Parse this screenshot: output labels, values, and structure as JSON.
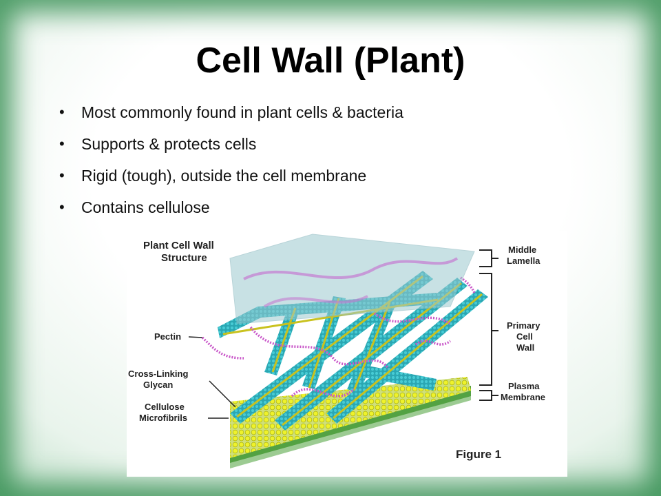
{
  "slide": {
    "title": "Cell Wall (Plant)",
    "bullets": [
      "Most commonly found in plant cells & bacteria",
      "Supports & protects cells",
      "Rigid (tough),  outside the cell membrane",
      "Contains cellulose"
    ]
  },
  "figure": {
    "heading_line1": "Plant Cell Wall",
    "heading_line2": "Structure",
    "left_labels": {
      "pectin": "Pectin",
      "glycan_line1": "Cross-Linking",
      "glycan_line2": "Glycan",
      "cellulose_line1": "Cellulose",
      "cellulose_line2": "Microfibrils"
    },
    "right_labels": {
      "middle_lamella_line1": "Middle",
      "middle_lamella_line2": "Lamella",
      "primary_wall_line1": "Primary",
      "primary_wall_line2": "Cell",
      "primary_wall_line3": "Wall",
      "plasma_line1": "Plasma",
      "plasma_line2": "Membrane"
    },
    "caption": "Figure 1",
    "colors": {
      "microfibril": "#2fb3bf",
      "glycan": "#c9c21e",
      "pectin": "#c957c9",
      "membrane_head": "#e8ef2a",
      "membrane_tail": "#4a9a3a",
      "lamella": "#9cc9cf"
    }
  }
}
